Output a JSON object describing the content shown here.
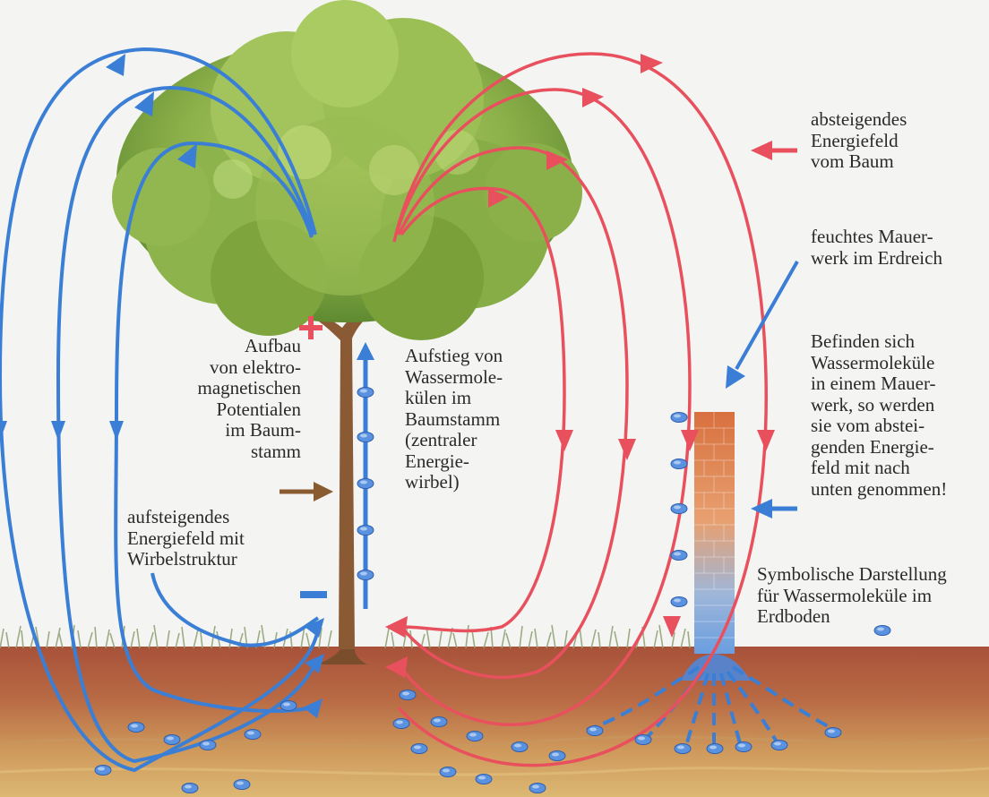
{
  "colors": {
    "ascending_field": "#3a7fd5",
    "descending_field": "#e8505e",
    "trunk": "#8a5a30",
    "soil": "#b4623e",
    "grass": "#9aaa80",
    "water_molecule": "#4a86d8"
  },
  "symbols": {
    "positive": "+",
    "negative": "-"
  },
  "labels": {
    "descending_field": "absteigendes\nEnergiefeld\nvom Baum",
    "moist_masonry": "feuchtes Mauer-\nwerk im Erdreich",
    "masonry_explanation": "Befinden sich\nWassermoleküle\nin einem Mauer-\nwerk, so werden\nsie vom abstei-\ngenden Energie-\nfeld mit nach\nunten genommen!",
    "water_symbol": "Symbolische Darstellung\nfür Wassermoleküle im\nErdboden",
    "potential_buildup": "Aufbau\nvon elektro-\nmagnetischen\nPotentialen\nim Baum-\nstamm",
    "water_ascent": "Aufstieg von\nWassermole-\nkülen im\nBaumstamm\n(zentraler\nEnergie-\nwirbel)",
    "ascending_field": "aufsteigendes\nEnergiefeld mit\nWirbelstruktur"
  },
  "icons": [
    "plus-icon",
    "minus-icon",
    "water-molecule-icon"
  ]
}
